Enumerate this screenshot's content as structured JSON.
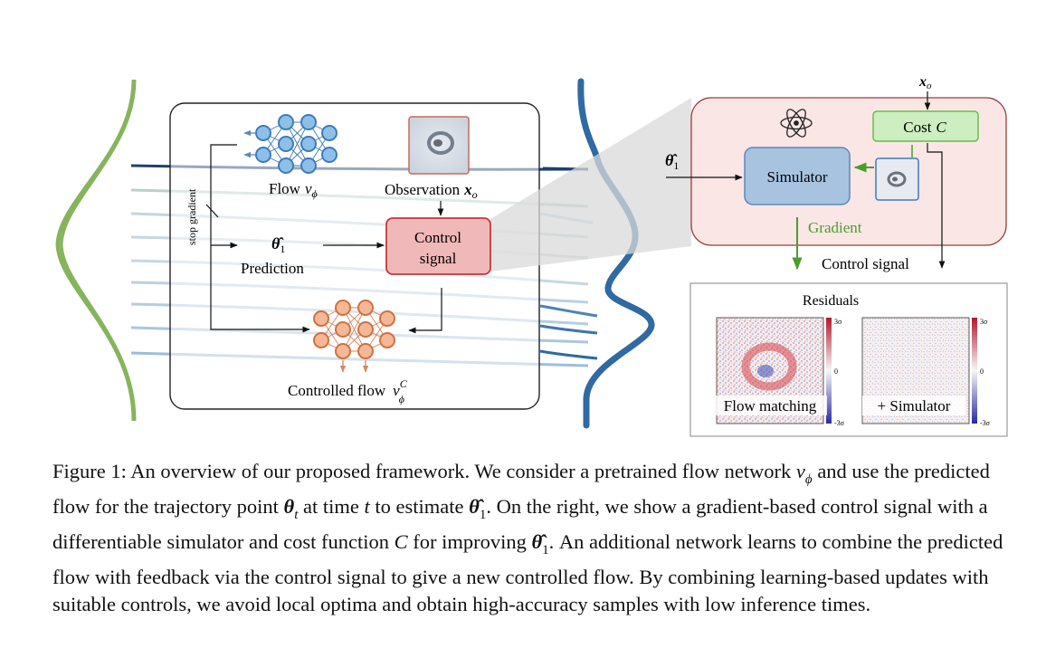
{
  "diagram": {
    "left": {
      "flow_label_text": "Flow",
      "flow_label_math": "v",
      "flow_label_sub": "ϕ",
      "observation_label_text": "Observation",
      "observation_label_math": "x",
      "observation_label_sub": "o",
      "stop_gradient": "stop gradient",
      "theta_hat": "θ̂",
      "theta_sub": "1",
      "prediction": "Prediction",
      "control_signal_line1": "Control",
      "control_signal_line2": "signal",
      "controlled_flow_text": "Controlled flow",
      "controlled_flow_math": "v",
      "controlled_flow_sup": "C",
      "controlled_flow_sub": "ϕ"
    },
    "right": {
      "x_o": "x",
      "x_o_sub": "o",
      "cost_text": "Cost",
      "cost_math": "C",
      "theta_hat": "θ̂",
      "theta_sub": "1",
      "simulator": "Simulator",
      "gradient": "Gradient",
      "control_signal": "Control signal",
      "atom_icon": "atom-icon"
    },
    "residuals": {
      "title": "Residuals",
      "panel1_label": "Flow matching",
      "panel2_label": "+ Simulator",
      "cb_top": "3σ",
      "cb_mid": "0",
      "cb_bottom": "-3σ"
    },
    "colors": {
      "green_dist": "#86b45c",
      "blue_dist": "#2f6aa3",
      "flow_net": "#5b9bd0",
      "controlled_net": "#e0895a",
      "control_box_fill": "#f0b8b8",
      "control_box_stroke": "#c0393b",
      "cost_fill": "#cdeec0",
      "cost_stroke": "#6cba4f",
      "simulator_fill": "#a8c3e0",
      "simulator_stroke": "#5b87bd",
      "panel_fill": "#fbe6e6",
      "panel_stroke": "#9a3b3b",
      "gradient_green": "#4a9e2c"
    }
  },
  "caption": {
    "figure_label": "Figure 1:",
    "s1": "An overview of our proposed framework. We consider a pretrained flow network",
    "v": "v",
    "phi": "ϕ",
    "s2": "and use the predicted flow for the trajectory point",
    "theta": "θ",
    "t_sub": "t",
    "s3": "at time",
    "t": "t",
    "s4": "to estimate",
    "theta_hat": "θ̂",
    "one": "1",
    "s5": ". On the right, we show a gradient-based control signal with a differentiable simulator and cost function",
    "C": "C",
    "s6": "for improving",
    "s7": ". An additional network learns to combine the predicted flow with feedback via the control signal to give a new controlled flow. By combining learning-based updates with suitable controls, we avoid local optima and obtain high-accuracy samples with low inference times."
  }
}
